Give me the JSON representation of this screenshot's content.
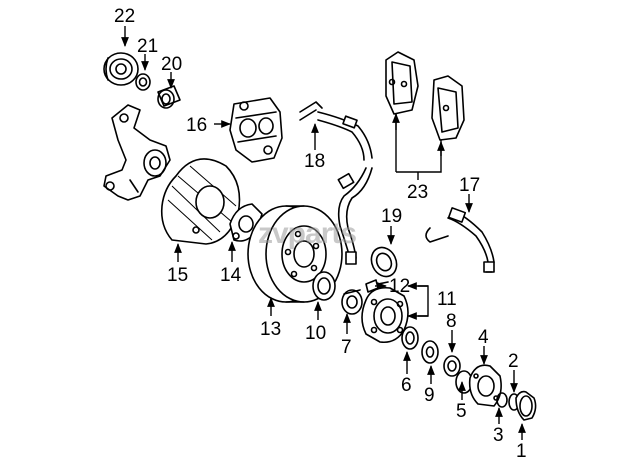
{
  "watermark": "zvparts",
  "callouts": {
    "c1": "1",
    "c2": "2",
    "c3": "3",
    "c4": "4",
    "c5": "5",
    "c6": "6",
    "c7": "7",
    "c8": "8",
    "c9": "9",
    "c10": "10",
    "c11": "11",
    "c12": "12",
    "c13": "13",
    "c14": "14",
    "c15": "15",
    "c16": "16",
    "c17": "17",
    "c18": "18",
    "c19": "19",
    "c20": "20",
    "c21": "21",
    "c22": "22",
    "c23": "23"
  }
}
